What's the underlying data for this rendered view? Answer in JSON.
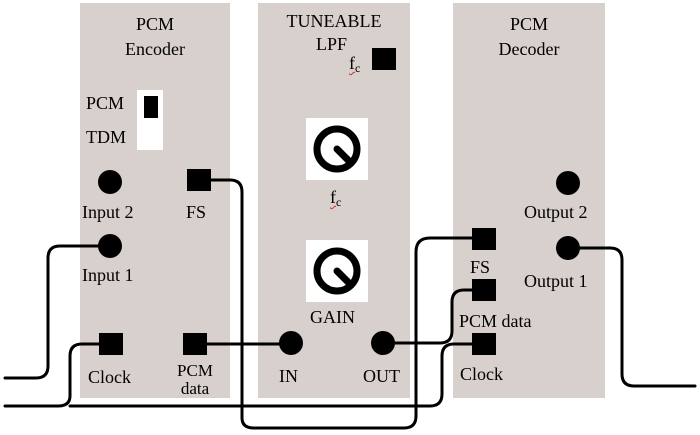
{
  "modules": [
    {
      "id": "encoder",
      "title_line1": "PCM",
      "title_line2": "Encoder"
    },
    {
      "id": "lpf",
      "title_line1": "TUNEABLE",
      "title_line2": "LPF"
    },
    {
      "id": "decoder",
      "title_line1": "PCM",
      "title_line2": "Decoder"
    }
  ],
  "encoder": {
    "switch_top": "PCM",
    "switch_bottom": "TDM",
    "input2": "Input 2",
    "input1": "Input 1",
    "fs": "FS",
    "clock": "Clock",
    "pcm_data_line1": "PCM",
    "pcm_data_line2": "data"
  },
  "lpf": {
    "fc_main": "f",
    "fc_sub": "c",
    "gain": "GAIN",
    "in": "IN",
    "out": "OUT"
  },
  "decoder": {
    "output2": "Output 2",
    "output1": "Output 1",
    "fs": "FS",
    "pcm_data": "PCM data",
    "clock": "Clock"
  },
  "colors": {
    "panel": "#d8d0cc",
    "ink": "#000000",
    "wire": "#000000",
    "fc_underline": "#d03030"
  },
  "icons": {
    "knob": "round-knob-icon",
    "socket": "round-socket",
    "square_socket": "square-socket",
    "switch": "toggle-switch-icon"
  }
}
